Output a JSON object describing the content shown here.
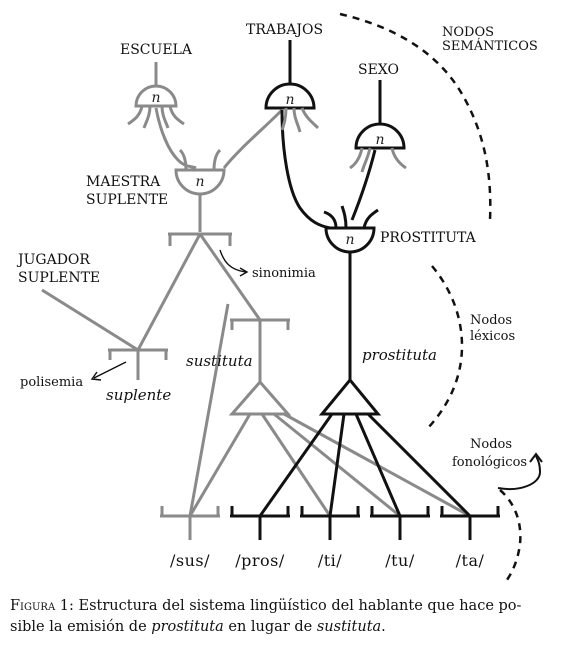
{
  "semantic_nodes": {
    "escuela": "ESCUELA",
    "trabajos": "TRABAJOS",
    "sexo": "SEXO",
    "maestra_suplente_1": "MAESTRA",
    "maestra_suplente_2": "SUPLENTE",
    "prostituta": "PROSTITUTA",
    "jugador_suplente_1": "JUGADOR",
    "jugador_suplente_2": "SUPLENTE",
    "node_symbol": "n"
  },
  "lexical_nodes": {
    "suplente": "suplente",
    "sustituta": "sustituta",
    "prostituta": "prostituta"
  },
  "phonological_nodes": [
    "/sus/",
    "/pros/",
    "/ti/",
    "/tu/",
    "/ta/"
  ],
  "annotations": {
    "sinonimia": "sinonimia",
    "polisemia": "polisemia",
    "nodos_semanticos_1": "NODOS",
    "nodos_semanticos_2": "SEMÁNTICOS",
    "nodos_lexicos_1": "Nodos",
    "nodos_lexicos_2": "léxicos",
    "nodos_fonologicos_1": "Nodos",
    "nodos_fonologicos_2": "fonológicos"
  },
  "caption": {
    "label": "Figura 1:",
    "text_1": " Estructura del sistema lingüístico del hablante que hace po-",
    "text_2a": "sible la emisión de ",
    "text_2b": "prostituta",
    "text_2c": " en lugar de ",
    "text_2d": "sustituta",
    "text_2e": "."
  },
  "colors": {
    "active": "#111111",
    "inactive": "#8a8a8a"
  }
}
